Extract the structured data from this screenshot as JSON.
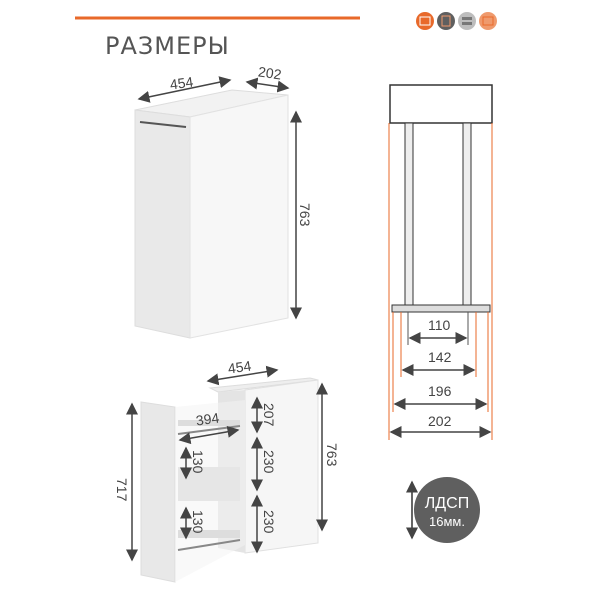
{
  "header": {
    "title": "РАЗМЕРЫ",
    "accent_color": "#e8692a",
    "material_icons": [
      {
        "name": "wardrobe-icon",
        "color": "#e8692a"
      },
      {
        "name": "cabinet-icon",
        "color": "#5f5f5f"
      },
      {
        "name": "drawer-icon",
        "color": "#bdbdbd"
      },
      {
        "name": "shelf-icon",
        "color": "#ef9a6d"
      }
    ]
  },
  "cabinet_closed": {
    "depth": "454",
    "width": "202",
    "height": "763"
  },
  "front_view": {
    "inner_1": "110",
    "inner_2": "142",
    "inner_3": "196",
    "outer": "202"
  },
  "cabinet_open": {
    "depth": "454",
    "drawer_depth": "394",
    "facade_height": "717",
    "height": "763",
    "section_top": "207",
    "section_mid": "230",
    "section_bottom": "230",
    "basket_1": "130",
    "basket_2": "130"
  },
  "material": {
    "name": "ЛДСП",
    "thickness": "16мм."
  }
}
